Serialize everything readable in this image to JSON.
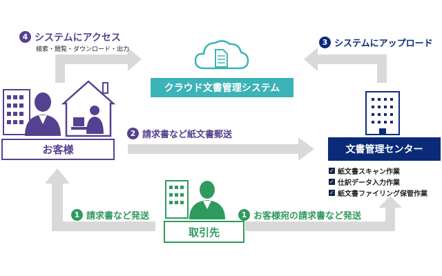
{
  "colors": {
    "purple": "#54418f",
    "teal": "#3cb3b6",
    "navy": "#0b2b79",
    "green": "#2f9a5e",
    "arrow": "#d9d9d9"
  },
  "nodes": {
    "customer": {
      "label": "お客様",
      "icon": "office-house-person-icon"
    },
    "cloud_system": {
      "label": "クラウド文書管理システム",
      "icon": "cloud-document-icon"
    },
    "document_center": {
      "label": "文書管理センター",
      "icon": "building-icon",
      "tasks": [
        "紙文書スキャン作業",
        "仕訳データ入力作業",
        "紙文書ファイリング保管作業"
      ]
    },
    "supplier": {
      "label": "取引先",
      "icon": "building-person-icon"
    }
  },
  "steps": [
    {
      "number": "4",
      "label": "システムにアクセス",
      "sublabel": "検索・閲覧・ダウンロード・出力"
    },
    {
      "number": "3",
      "label": "システムにアップロード"
    },
    {
      "number": "2",
      "label": "請求書など紙文書郵送"
    },
    {
      "number": "1",
      "label": "請求書など発送"
    },
    {
      "number": "1",
      "label": "お客様宛の請求書など発送"
    }
  ]
}
